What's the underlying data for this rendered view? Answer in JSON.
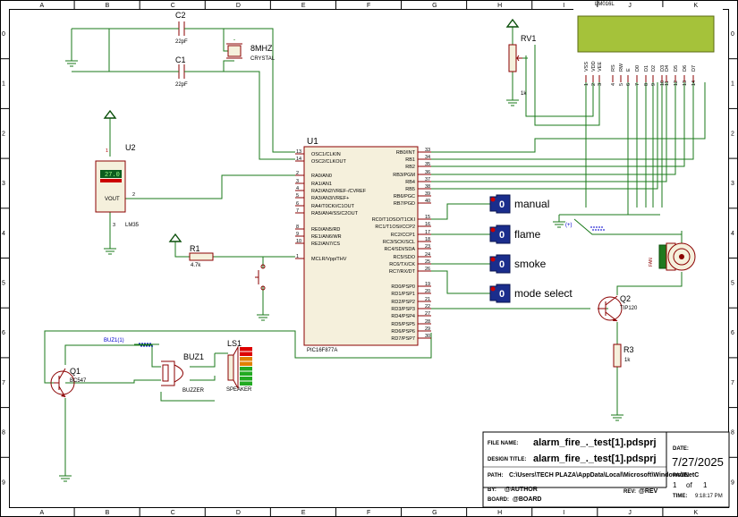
{
  "ruler": {
    "columns": [
      "A",
      "B",
      "C",
      "D",
      "E",
      "F",
      "G",
      "H",
      "I",
      "J",
      "K"
    ],
    "rows": [
      "0",
      "1",
      "2",
      "3",
      "4",
      "5",
      "6",
      "7",
      "8",
      "9"
    ]
  },
  "components": {
    "c2": {
      "ref": "C2",
      "value": "22pF"
    },
    "c1": {
      "ref": "C1",
      "value": "22pF"
    },
    "crystal": {
      "ref": "8MHZ",
      "value": "CRYSTAL"
    },
    "rv1": {
      "ref": "RV1",
      "value": "1k"
    },
    "u2": {
      "ref": "U2",
      "model": "LM35",
      "display": "27.0",
      "out": "VOUT",
      "pin1": "1",
      "pin2": "2",
      "pin3": "3"
    },
    "u1": {
      "ref": "U1",
      "model": "PIC16F877A"
    },
    "r1": {
      "ref": "R1",
      "value": "4.7k"
    },
    "buz1": {
      "ref": "BUZ1",
      "type": "BUZZER"
    },
    "ls1": {
      "ref": "LS1",
      "type": "SPEAKER"
    },
    "q1": {
      "ref": "Q1",
      "model": "BC547"
    },
    "q2": {
      "ref": "Q2",
      "model": "TIP120"
    },
    "r3": {
      "ref": "R3",
      "value": "1k"
    },
    "lcd": {
      "ref": "LM016L"
    },
    "motor": {
      "label": "FAN"
    },
    "buz_probe": {
      "label": "BUZ1(1)"
    },
    "motor_probe": {
      "label": "(+)"
    }
  },
  "mcu_left_pins": [
    {
      "num": "13",
      "name": "OSC1/CLKIN"
    },
    {
      "num": "14",
      "name": "OSC2/CLKOUT"
    },
    {
      "num": "2",
      "name": "RA0/AN0"
    },
    {
      "num": "3",
      "name": "RA1/AN1"
    },
    {
      "num": "4",
      "name": "RA2/AN2/VREF-/CVREF"
    },
    {
      "num": "5",
      "name": "RA3/AN3/VREF+"
    },
    {
      "num": "6",
      "name": "RA4/T0CKI/C1OUT"
    },
    {
      "num": "7",
      "name": "RA5/AN4/SS/C2OUT"
    },
    {
      "num": "8",
      "name": "RE0/AN5/RD"
    },
    {
      "num": "9",
      "name": "RE1/AN6/WR"
    },
    {
      "num": "10",
      "name": "RE2/AN7/CS"
    },
    {
      "num": "1",
      "name": "MCLR/Vpp/THV"
    }
  ],
  "mcu_right_pins": [
    {
      "num": "33",
      "name": "RB0/INT"
    },
    {
      "num": "34",
      "name": "RB1"
    },
    {
      "num": "35",
      "name": "RB2"
    },
    {
      "num": "36",
      "name": "RB3/PGM"
    },
    {
      "num": "37",
      "name": "RB4"
    },
    {
      "num": "38",
      "name": "RB5"
    },
    {
      "num": "39",
      "name": "RB6/PGC"
    },
    {
      "num": "40",
      "name": "RB7/PGD"
    },
    {
      "num": "15",
      "name": "RC0/T1OSO/T1CKI"
    },
    {
      "num": "16",
      "name": "RC1/T1OSI/CCP2"
    },
    {
      "num": "17",
      "name": "RC2/CCP1"
    },
    {
      "num": "18",
      "name": "RC3/SCK/SCL"
    },
    {
      "num": "23",
      "name": "RC4/SDI/SDA"
    },
    {
      "num": "24",
      "name": "RC5/SDO"
    },
    {
      "num": "25",
      "name": "RC6/TX/CK"
    },
    {
      "num": "26",
      "name": "RC7/RX/DT"
    },
    {
      "num": "19",
      "name": "RD0/PSP0"
    },
    {
      "num": "20",
      "name": "RD1/PSP1"
    },
    {
      "num": "21",
      "name": "RD2/PSP2"
    },
    {
      "num": "22",
      "name": "RD3/PSP3"
    },
    {
      "num": "27",
      "name": "RD4/PSP4"
    },
    {
      "num": "28",
      "name": "RD5/PSP5"
    },
    {
      "num": "29",
      "name": "RD6/PSP6"
    },
    {
      "num": "30",
      "name": "RD7/PSP7"
    }
  ],
  "lcd_pins": [
    {
      "name": "VSS",
      "num": "1"
    },
    {
      "name": "VDD",
      "num": "2"
    },
    {
      "name": "VEE",
      "num": "3"
    },
    {
      "name": "RS",
      "num": "4"
    },
    {
      "name": "RW",
      "num": "5"
    },
    {
      "name": "E",
      "num": "6"
    },
    {
      "name": "D0",
      "num": "7"
    },
    {
      "name": "D1",
      "num": "8"
    },
    {
      "name": "D2",
      "num": "9"
    },
    {
      "name": "D3",
      "num": "10"
    },
    {
      "name": "D4",
      "num": "11"
    },
    {
      "name": "D5",
      "num": "12"
    },
    {
      "name": "D6",
      "num": "13"
    },
    {
      "name": "D7",
      "num": "14"
    }
  ],
  "switches": [
    {
      "value": "0",
      "label": "manual"
    },
    {
      "value": "0",
      "label": "flame"
    },
    {
      "value": "0",
      "label": "smoke"
    },
    {
      "value": "0",
      "label": "mode select"
    }
  ],
  "title_block": {
    "file_name_label": "FILE NAME:",
    "file_name": "alarm_fire_._test[1].pdsprj",
    "design_title_label": "DESIGN TITLE:",
    "design_title": "alarm_fire_._test[1].pdsprj",
    "path_label": "PATH:",
    "path": "C:\\Users\\TECH PLAZA\\AppData\\Local\\Microsoft\\Windows\\INetC",
    "by_label": "BY:",
    "by": "@AUTHOR",
    "rev_label": "REV:",
    "rev": "@REV",
    "board_label": "BOARD:",
    "board": "@BOARD",
    "date_label": "DATE:",
    "date": "7/27/2025",
    "page": "1",
    "of": "of",
    "pages": "1",
    "page_label": "PAGE:",
    "time_label": "TIME:",
    "time": "9:18:17 PM"
  }
}
